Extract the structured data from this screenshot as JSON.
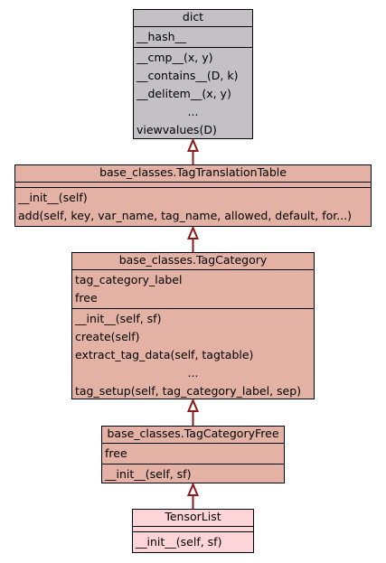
{
  "diagram": {
    "boxes": [
      {
        "id": "dict",
        "title": "dict",
        "fill": "#c3c1c6",
        "attributes": [
          "__hash__"
        ],
        "methods": [
          "__cmp__(x, y)",
          "__contains__(D, k)",
          "__delitem__(x, y)",
          "...",
          "viewvalues(D)"
        ]
      },
      {
        "id": "tag-translation-table",
        "title": "base_classes.TagTranslationTable",
        "fill": "#e3b2a4",
        "attributes": [],
        "methods": [
          "__init__(self)",
          "add(self, key, var_name, tag_name, allowed, default, for...)"
        ]
      },
      {
        "id": "tag-category",
        "title": "base_classes.TagCategory",
        "fill": "#e3b2a4",
        "attributes": [
          "tag_category_label",
          "free"
        ],
        "methods": [
          "__init__(self, sf)",
          "create(self)",
          "extract_tag_data(self, tagtable)",
          "...",
          "tag_setup(self, tag_category_label, sep)"
        ]
      },
      {
        "id": "tag-category-free",
        "title": "base_classes.TagCategoryFree",
        "fill": "#e3b2a4",
        "attributes": [
          "free"
        ],
        "methods": [
          "__init__(self, sf)"
        ]
      },
      {
        "id": "tensor-list",
        "title": "TensorList",
        "fill": "#fdd5d9",
        "attributes": [],
        "methods": [
          "__init__(self, sf)"
        ]
      }
    ],
    "arrow_color": "#8b1a1a"
  }
}
